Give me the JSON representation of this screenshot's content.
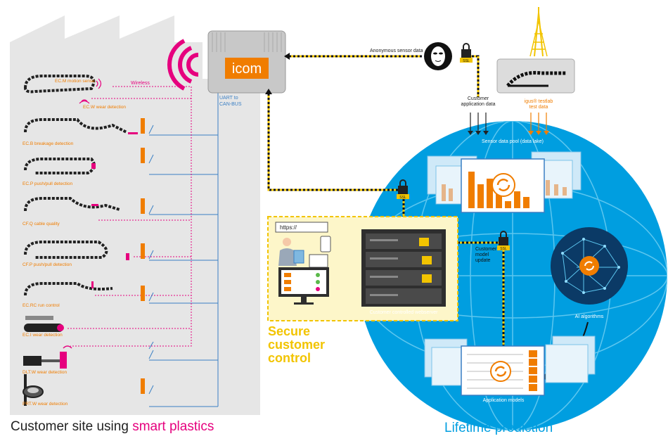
{
  "colors": {
    "magenta": "#e6007e",
    "orange": "#f07d00",
    "blue": "#009ee0",
    "yellow": "#f2c400",
    "factory": "#e6e6e6",
    "text": "#222222"
  },
  "hub": {
    "brand": "icom",
    "bus_label_1": "UART to",
    "bus_label_2": "CAN-BUS",
    "wireless": "Wireless"
  },
  "sensors": [
    {
      "name": "EC.M motion sense"
    },
    {
      "name": "EC.W wear detection"
    },
    {
      "name": "EC.B breakage detection"
    },
    {
      "name": "EC.P push/pull detection"
    },
    {
      "name": "CF.Q cable quality"
    },
    {
      "name": "CF.P push/pull detection"
    },
    {
      "name": "EC.RC  run control"
    },
    {
      "name": "EC.I wear detection"
    },
    {
      "name": "DLT.W wear detection"
    },
    {
      "name": "PRT.W wear detection"
    }
  ],
  "flow": {
    "anonymous": "Anonymous sensor data",
    "customer_app_1": "Customer",
    "customer_app_2": "application data",
    "igus_1": "igus® testlab",
    "igus_2": "test data",
    "ssl": "SSL",
    "pool": "Sensor data pool (data lake)",
    "update_1": "Customer",
    "update_2": "model",
    "update_3": "update",
    "ai": "AI algorithms",
    "models": "Application models",
    "webserver": "Customer controlled webserver",
    "url": "https://"
  },
  "secure": {
    "line1": "Secure",
    "line2": "customer",
    "line3": "control"
  },
  "captions": {
    "left_prefix": "Customer site using ",
    "left_highlight": "smart plastics",
    "right": "Lifetime prediction"
  }
}
